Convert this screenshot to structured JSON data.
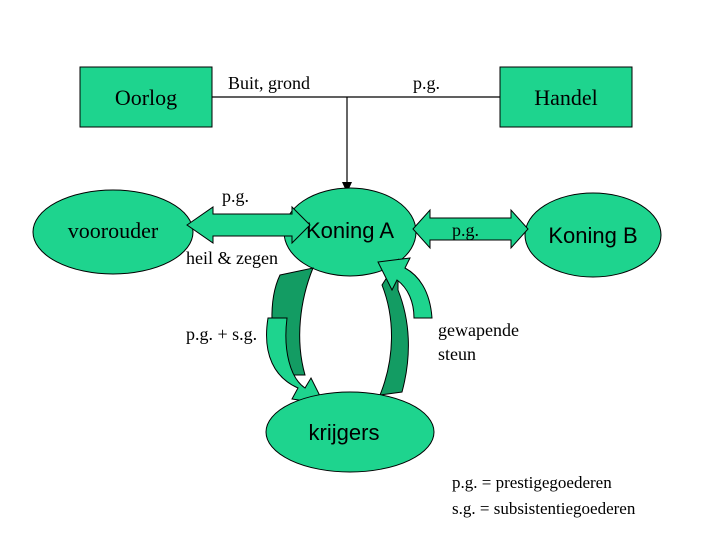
{
  "colors": {
    "node_fill": "#1ed48e",
    "node_stroke": "#000000",
    "loop_dark": "#139c63",
    "loop_light": "#1ed48e",
    "line": "#000000"
  },
  "nodes": {
    "oorlog": "Oorlog",
    "handel": "Handel",
    "voorouder": "voorouder",
    "koning_a": "Koning A",
    "koning_b": "Koning B",
    "krijgers": "krijgers"
  },
  "labels": {
    "buit_grond": "Buit, grond",
    "pg_top": "p.g.",
    "pg_left": "p.g.",
    "heil_zegen": "heil & zegen",
    "pg_right": "p.g.",
    "pg_sg": "p.g. + s.g.",
    "gewapende_1": "gewapende",
    "gewapende_2": "steun"
  },
  "legend": {
    "line1": "p.g. = prestigegoederen",
    "line2": "s.g. = subsistentiegoederen"
  }
}
